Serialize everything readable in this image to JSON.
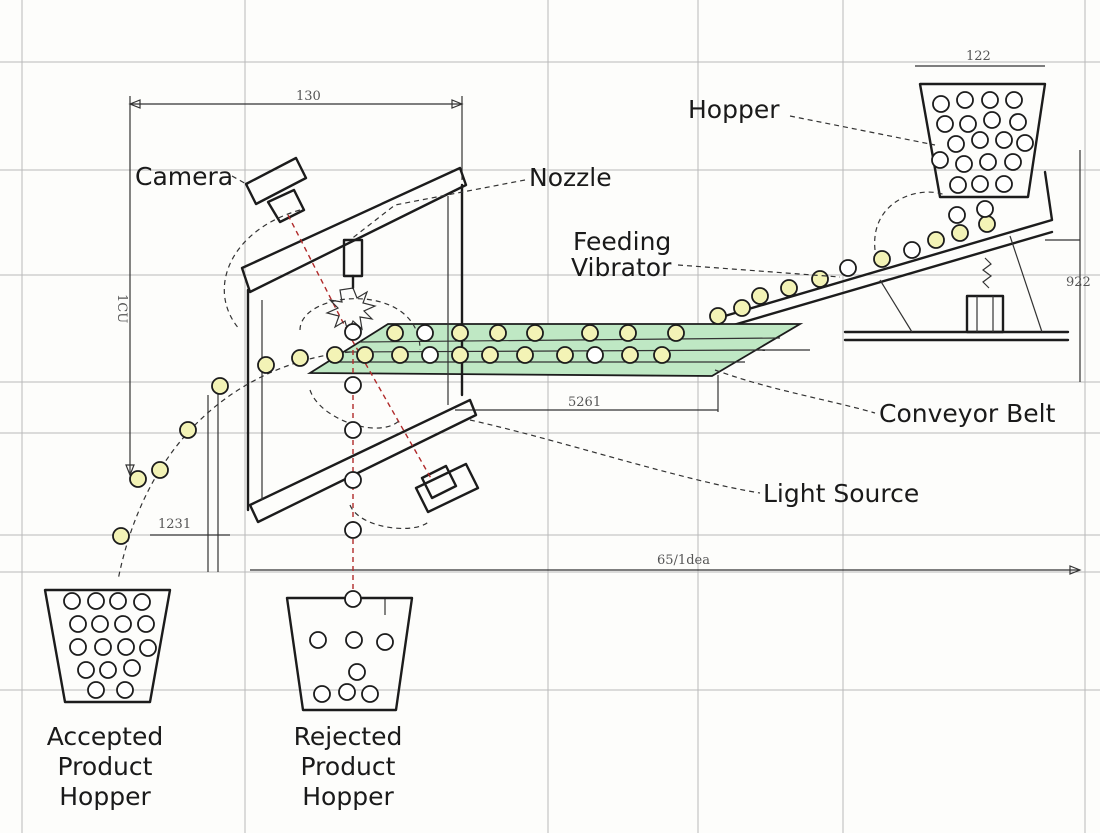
{
  "labels": {
    "camera": "Camera",
    "nozzle": "Nozzle",
    "hopper": "Hopper",
    "feeding_line1": "Feeding",
    "feeding_line2": "Vibrator",
    "conveyor": "Conveyor Belt",
    "light_source": "Light Source",
    "accepted": [
      "Accepted",
      "Product",
      "Hopper"
    ],
    "rejected": [
      "Rejected",
      "Product",
      "Hopper"
    ]
  },
  "dimensions": {
    "top_width": "130",
    "hopper_width": "122",
    "left_height": "1CU",
    "right_height": "922",
    "belt_length": "5261",
    "small_height": "1231",
    "overall": "65/1dea"
  },
  "colors": {
    "belt": "#bfe8c4",
    "accepted_ball": "#f3f3b6",
    "reject_path": "#b02a2a"
  }
}
